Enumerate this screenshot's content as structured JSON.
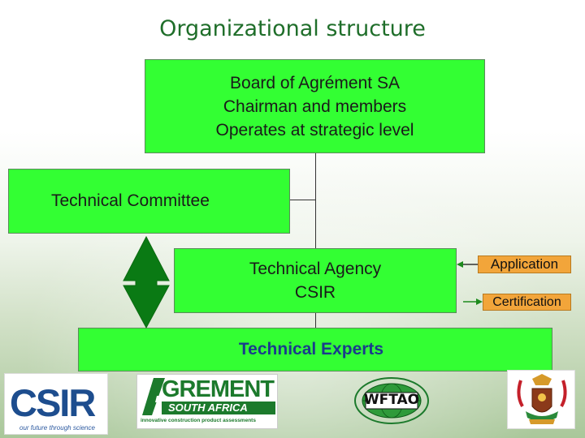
{
  "title": "Organizational structure",
  "board": {
    "line1": "Board of Agrément SA",
    "line2": "Chairman and members",
    "line3": "Operates at strategic level"
  },
  "committee": {
    "label": "Technical Committee"
  },
  "agency": {
    "line1": "Technical Agency",
    "line2": "CSIR"
  },
  "experts": {
    "label": "Technical Experts"
  },
  "tags": {
    "application": "Application",
    "certification": "Certification"
  },
  "logos": {
    "csir": {
      "name": "CSIR",
      "tagline": "our future through science"
    },
    "agrement": {
      "word": "GREMENT",
      "band": "SOUTH AFRICA",
      "subtitle": "innovative construction product assessments"
    },
    "wftao": {
      "name": "WFTAO"
    },
    "coat_of_arms": {
      "icon": "coat-of-arms-icon"
    }
  },
  "colors": {
    "box_green": "#33ff33",
    "title_green": "#1f6e2a",
    "arrow_green": "#0a7a14",
    "tag_orange": "#f2a53a",
    "experts_text": "#1a3c8c"
  }
}
